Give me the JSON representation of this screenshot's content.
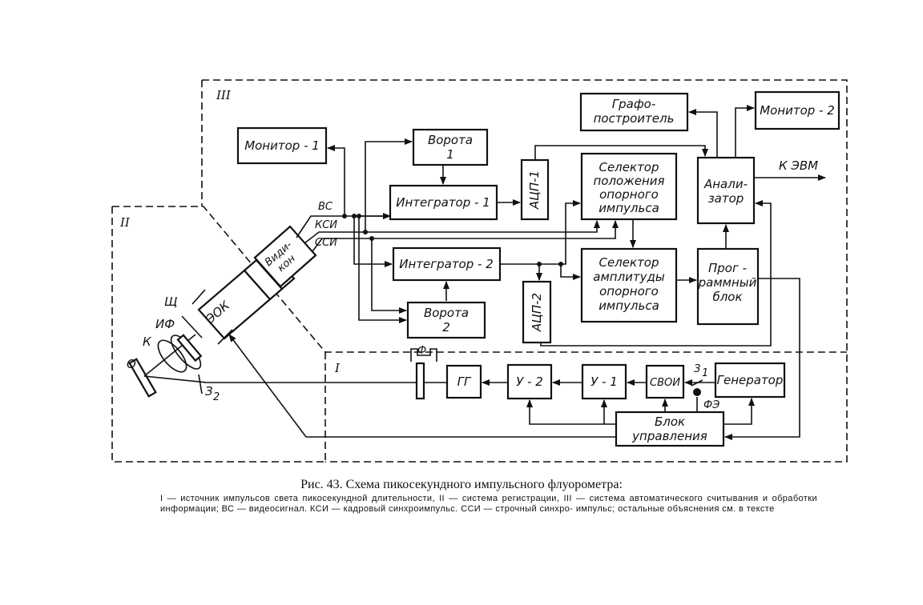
{
  "diagram": {
    "regions": {
      "I": "I",
      "II": "II",
      "III": "III"
    },
    "blocks": {
      "monitor1": "Монитор - 1",
      "gate1": [
        "Ворота",
        "1"
      ],
      "integrator1": "Интегратор - 1",
      "adc1": "АЦП-1",
      "selector_pos": [
        "Селектор",
        "положения",
        "опорного",
        "импульса"
      ],
      "grapher": [
        "Графо-",
        "построитель"
      ],
      "monitor2": "Монитор - 2",
      "analyzer": [
        "Анали-",
        "затор"
      ],
      "to_computer": "К  ЭВМ",
      "integrator2": "Интегратор - 2",
      "selector_amp": [
        "Селектор",
        "амплитуды",
        "опорного",
        "импульса"
      ],
      "program_block": [
        "Прог -",
        "раммный",
        "блок"
      ],
      "gate2": [
        "Ворота",
        "2"
      ],
      "adc2": "АЦП-2",
      "vidicon": [
        "Види-",
        "кон"
      ],
      "eok": "ЭОК",
      "gg": "ГГ",
      "u2": "У - 2",
      "u1": "У - 1",
      "svoi": "СВОИ",
      "generator": "Генератор",
      "control_block": [
        "Блок",
        "управления"
      ]
    },
    "signals": {
      "vs": "ВС",
      "ksi": "КСИ",
      "ssi": "ССИ"
    },
    "optics": {
      "o": "О",
      "k": "К",
      "if": "ИФ",
      "shch": "Щ",
      "z2": "З",
      "z2_sub": "2",
      "z1": "З",
      "z1_sub": "1",
      "fe": "ФЭ",
      "f": "Ф"
    }
  },
  "caption": {
    "title": "Рис. 43. Схема пикосекундного импульсного флуорометра:",
    "body": "I — источник импульсов света пикосекундной длительности, II — система регистрации, III — система автоматического считывания и обработки информации; ВС — видеосигнал. КСИ — кадровый синхроимпульс. ССИ — строчный синхро- импульс; остальные объяснения см. в тексте"
  }
}
